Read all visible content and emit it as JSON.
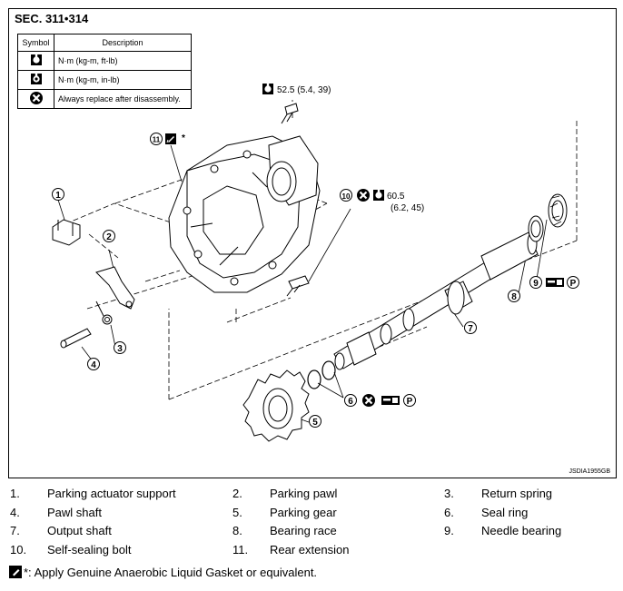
{
  "figure": {
    "section": "SEC. 311•314",
    "figure_code": "JSDIA1955GB",
    "legend": {
      "headers": [
        "Symbol",
        "Description"
      ],
      "rows": [
        {
          "icon": "torque-wrench-icon",
          "description": "N·m (kg-m, ft-lb)"
        },
        {
          "icon": "torque-wrench-small-icon",
          "description": "N·m (kg-m, in-lb)"
        },
        {
          "icon": "always-replace-icon",
          "description": "Always replace after disassembly."
        }
      ]
    },
    "callouts": {
      "torque_top": "52.5 (5.4, 39)",
      "torque_bolt_line1": "60.5",
      "torque_bolt_line2": "(6.2, 45)",
      "asterisk": "*"
    },
    "badges": [
      "1",
      "2",
      "3",
      "4",
      "5",
      "6",
      "7",
      "8",
      "9",
      "10",
      "11"
    ],
    "p_mark": "P"
  },
  "parts": [
    [
      {
        "num": "1.",
        "name": "Parking actuator support"
      },
      {
        "num": "2.",
        "name": "Parking pawl"
      },
      {
        "num": "3.",
        "name": "Return spring"
      }
    ],
    [
      {
        "num": "4.",
        "name": "Pawl shaft"
      },
      {
        "num": "5.",
        "name": "Parking gear"
      },
      {
        "num": "6.",
        "name": "Seal ring"
      }
    ],
    [
      {
        "num": "7.",
        "name": "Output shaft"
      },
      {
        "num": "8.",
        "name": "Bearing race"
      },
      {
        "num": "9.",
        "name": "Needle bearing"
      }
    ],
    [
      {
        "num": "10.",
        "name": "Self-sealing bolt"
      },
      {
        "num": "11.",
        "name": "Rear extension"
      }
    ]
  ],
  "note": "*: Apply Genuine Anaerobic Liquid Gasket or equivalent."
}
